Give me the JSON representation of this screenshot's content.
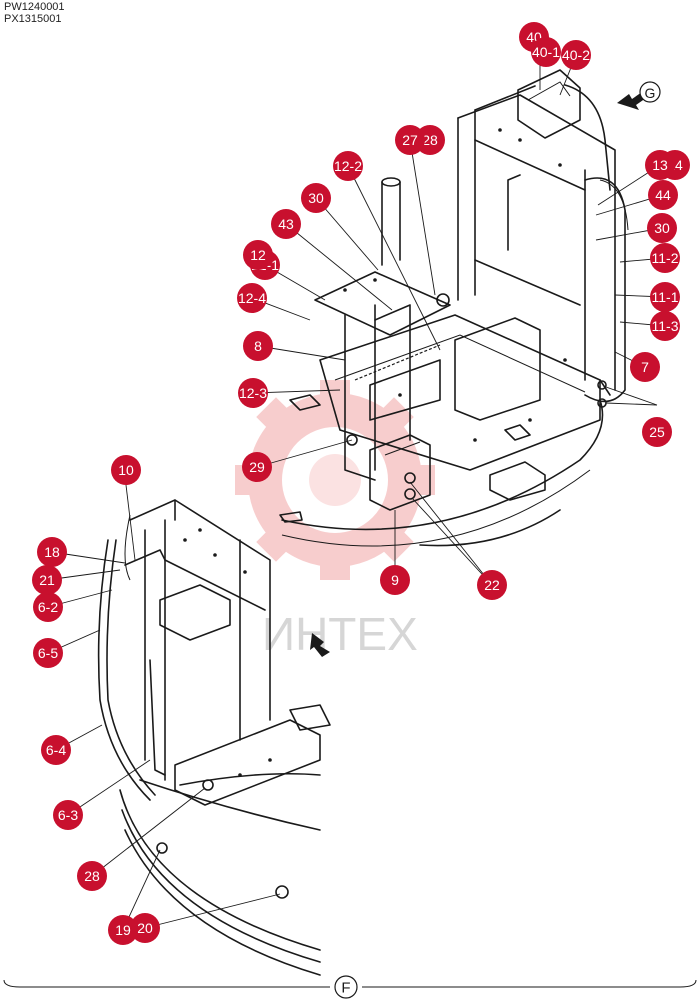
{
  "codes": [
    "PW1240001",
    "PX1315001"
  ],
  "watermark_text": "ИНТЕХ",
  "view_labels": [
    "G",
    "F"
  ],
  "callouts": [
    "40",
    "40-1",
    "40-2",
    "27",
    "28",
    "13",
    "14",
    "12-2",
    "44",
    "30",
    "43",
    "11-2",
    "12",
    "12-1",
    "11-1",
    "12-4",
    "11-3",
    "8",
    "7",
    "12-3",
    "25",
    "29",
    "10",
    "9",
    "18",
    "21",
    "22",
    "6-2",
    "6-5",
    "6-4",
    "6-3",
    "19",
    "20"
  ],
  "colors": {
    "callout": "#c8102e",
    "line": "#1a1a1a",
    "watermark": "#f0a0a0"
  },
  "icons": [
    "arrow-g-icon",
    "arrow-f-icon"
  ]
}
